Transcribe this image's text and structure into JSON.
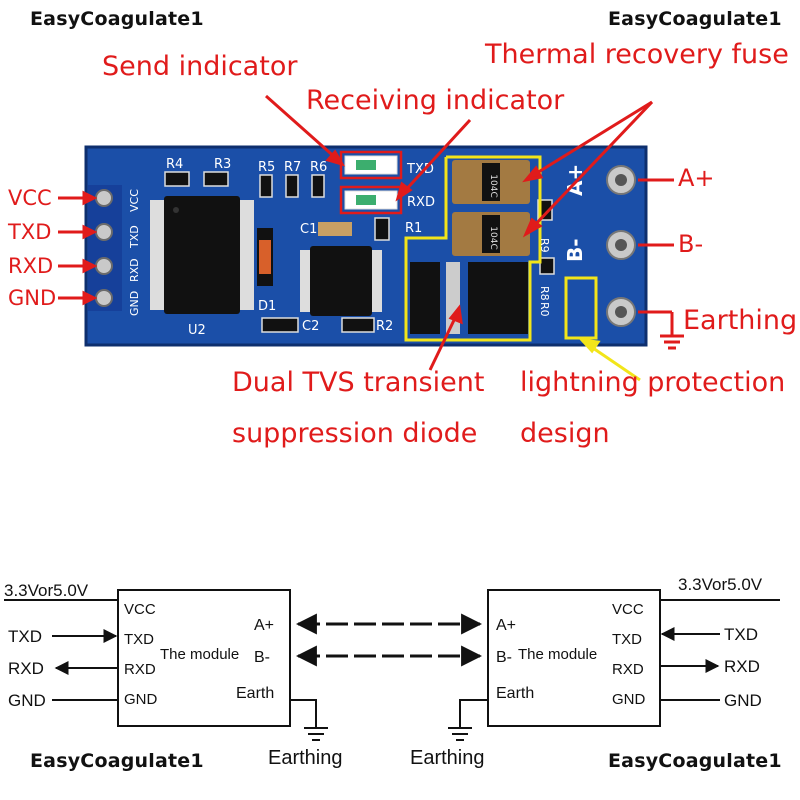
{
  "watermark": "EasyCoagulate1",
  "board": {
    "silk": {
      "r4": "R4",
      "r3": "R3",
      "r5": "R5",
      "r7": "R7",
      "r6": "R6",
      "txd": "TXD",
      "rxd": "RXD",
      "c1": "C1",
      "r1": "R1",
      "r9": "R9",
      "r8": "R8",
      "r0": "R0",
      "d1": "D1",
      "c2": "C2",
      "r2": "R2",
      "u2": "U2",
      "vcc": "VCC",
      "txd_v": "TXD",
      "rxd_v": "RXD",
      "gnd_v": "GND",
      "a_plus": "A+",
      "b_minus": "B-",
      "fuse_code": "104C"
    },
    "pins_left": [
      "VCC",
      "TXD",
      "RXD",
      "GND"
    ],
    "terminals_right": [
      "A+",
      "B-",
      "Earthing"
    ]
  },
  "annotations": {
    "send_indicator": "Send indicator",
    "receiving_indicator": "Receiving indicator",
    "thermal_fuse": "Thermal recovery fuse",
    "tvs_line1": "Dual TVS transient",
    "tvs_line2": "suppression diode",
    "lightning_line1": "lightning protection",
    "lightning_line2": "design"
  },
  "colors": {
    "red": "#e01b1b",
    "yellow": "#f2e51a",
    "pcb": "#1b4fa8"
  },
  "diagram": {
    "left": {
      "supply": "3.3Vor5.0V",
      "ext_signals": [
        "TXD",
        "RXD",
        "GND"
      ],
      "pins_left": [
        "VCC",
        "TXD",
        "RXD",
        "GND"
      ],
      "pins_right": [
        "A+",
        "B-",
        "Earth"
      ],
      "label": "The module",
      "earthing": "Earthing"
    },
    "right": {
      "supply": "3.3Vor5.0V",
      "ext_signals": [
        "TXD",
        "RXD",
        "GND"
      ],
      "pins_left": [
        "A+",
        "B-",
        "Earth"
      ],
      "pins_right": [
        "VCC",
        "TXD",
        "RXD",
        "GND"
      ],
      "label": "The module",
      "earthing": "Earthing"
    }
  }
}
